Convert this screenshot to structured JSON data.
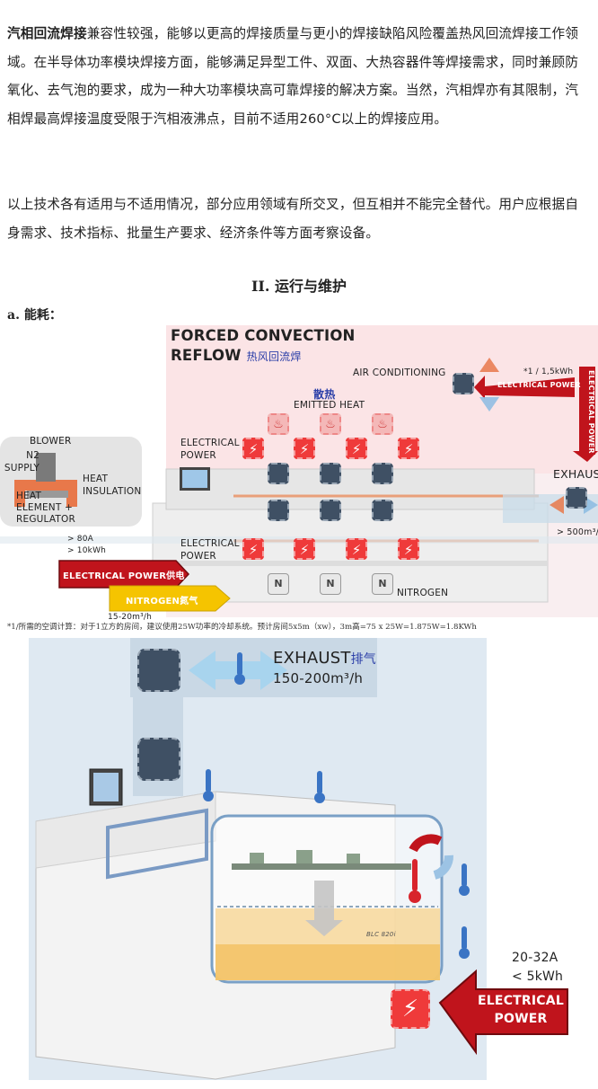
{
  "text": {
    "p1_bold": "汽相回流焊接",
    "p1_rest": "兼容性较强，能够以更高的焊接质量与更小的焊接缺陷风险覆盖热风回流焊接工作领域。在半导体功率模块焊接方面，能够满足异型工件、双面、大热容器件等焊接需求，同时兼顾防氧化、去气泡的要求，成为一种大功率模块高可靠焊接的解决方案。当然，汽相焊亦有其限制，汽相焊最高焊接温度受限于汽相液沸点，目前不适用260°C以上的焊接应用。",
    "p2": "以上技术各有适用与不适用情况，部分应用领域有所交叉，但互相并不能完全替代。用户应根据自身需求、技术指标、批量生产要求、经济条件等方面考察设备。",
    "heading": "II. 运行与维护",
    "subhead": "a. 能耗："
  },
  "fig1": {
    "title1": "FORCED CONVECTION",
    "title2": "REFLOW",
    "title_cn": "热风回流焊",
    "air_conditioning": "AIR CONDITIONING",
    "ac_note": "*1 / 1,5kWh",
    "ac_power": "ELECTRICAL POWER",
    "side_power": "ELECTRICAL POWER",
    "emitted_cn": "散热",
    "emitted": "EMITTED HEAT",
    "elec_power_top": "ELECTRICAL POWER",
    "elec_power_bottom": "ELECTRICAL POWER",
    "exhaust": "EXHAUST",
    "exhaust_flow": "> 500m³/h",
    "blower": "BLOWER",
    "n2_supply": "N2 SUPPLY",
    "heat_insulation": "HEAT INSULATION",
    "heat_element": "HEAT ELEMENT + REGULATOR",
    "amps": "> 80A",
    "kwh": "> 10kWh",
    "main_power": "ELECTRICAL POWER供电",
    "nitrogen_arrow": "NITROGEN氮气",
    "nitrogen_flow": "15-20m³/h",
    "nitrogen_label": "NITROGEN",
    "n_glyph": "N",
    "bolt": "⚡",
    "heat_glyph": "♨"
  },
  "footnote": "*1/所需的空调计算：对于1立方的房间，建议使用25W功率的冷却系统。预计房间5x5m（xw），3m高=75 x 25W=1.875W=1.8KWh",
  "fig2": {
    "exhaust": "EXHAUST",
    "exhaust_cn": "排气",
    "exhaust_flow": "150-200m³/h",
    "amps": "20-32A",
    "kwh": "< 5kWh",
    "power1": "ELECTRICAL",
    "power2": "POWER",
    "model": "BLC 820i",
    "bolt": "⚡"
  },
  "colors": {
    "red": "#c0141c",
    "yellow": "#f5c400",
    "blue_arrow": "#a8d4ee",
    "fan_tile": "#3f5064"
  }
}
